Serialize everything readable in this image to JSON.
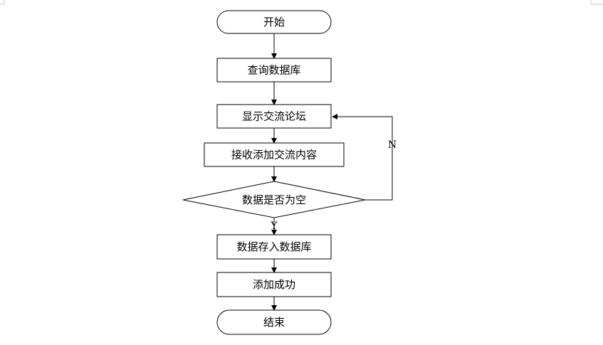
{
  "diagram": {
    "nodes": {
      "start": "开始",
      "query_db": "查询数据库",
      "show_forum": "显示交流论坛",
      "receive": "接收添加交流内容",
      "decision": "数据是否为空",
      "save_db": "数据存入数据库",
      "success": "添加成功",
      "end": "结束"
    },
    "branches": {
      "no": "N",
      "yes": "Y"
    }
  }
}
